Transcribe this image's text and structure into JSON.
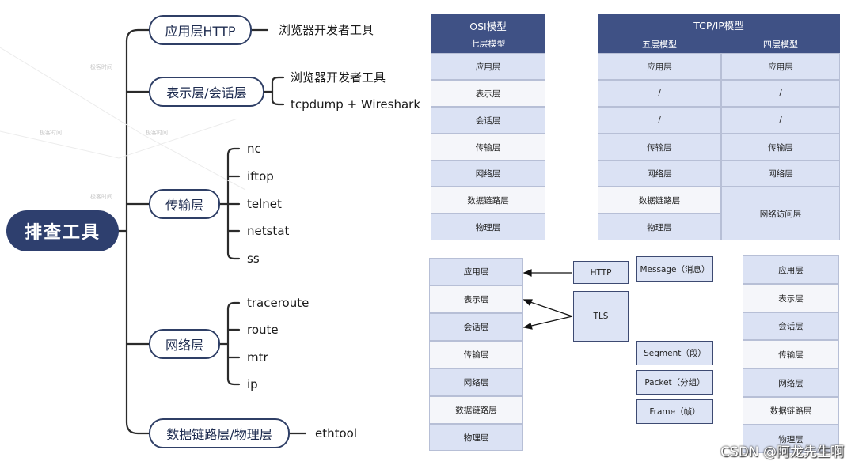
{
  "mindmap": {
    "root": "排查工具",
    "branches": [
      {
        "label": "应用层HTTP",
        "tools": [
          "浏览器开发者工具"
        ]
      },
      {
        "label": "表示层/会话层",
        "tools": [
          "浏览器开发者工具",
          "tcpdump + Wireshark"
        ]
      },
      {
        "label": "传输层",
        "tools": [
          "nc",
          "iftop",
          "telnet",
          "netstat",
          "ss"
        ]
      },
      {
        "label": "网络层",
        "tools": [
          "traceroute",
          "route",
          "mtr",
          "ip"
        ]
      },
      {
        "label": "数据链路层/物理层",
        "tools": [
          "ethtool"
        ]
      }
    ]
  },
  "osi_table": {
    "title": "OSI模型",
    "subtitle": "七层模型",
    "rows": [
      "应用层",
      "表示层",
      "会话层",
      "传输层",
      "网络层",
      "数据链路层",
      "物理层"
    ]
  },
  "tcpip_table": {
    "title": "TCP/IP模型",
    "col1_header": "五层模型",
    "col2_header": "四层模型",
    "col1": [
      "应用层",
      "/",
      "/",
      "传输层",
      "网络层",
      "数据链路层",
      "物理层"
    ],
    "col2": [
      "应用层",
      "/",
      "/",
      "传输层",
      "网络层",
      "网络访问层"
    ]
  },
  "mapping": {
    "left_layers": [
      "应用层",
      "表示层",
      "会话层",
      "传输层",
      "网络层",
      "数据链路层",
      "物理层"
    ],
    "http": "HTTP",
    "tls": "TLS",
    "message": "Message（消息）",
    "segment": "Segment（段）",
    "packet": "Packet（分组）",
    "frame": "Frame（帧）",
    "right_layers": [
      "应用层",
      "表示层",
      "会话层",
      "传输层",
      "网络层",
      "数据链路层",
      "物理层"
    ]
  },
  "watermark": "极客时间",
  "credit": "CSDN @阿龙先生啊"
}
